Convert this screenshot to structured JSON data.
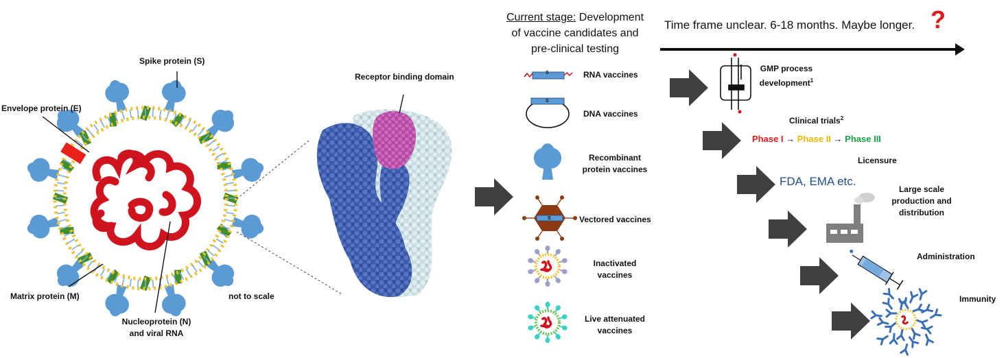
{
  "virus": {
    "spike": "Spike protein (S)",
    "envelope": "Envelope protein (E)",
    "matrix": "Matrix protein (M)",
    "nucleo_1": "Nucleoprotein (N)",
    "nucleo_2": "and viral RNA",
    "scale_note": "not to scale"
  },
  "structure": {
    "rbd": "Receptor binding domain"
  },
  "stage": {
    "title_underlined": "Current stage:",
    "title_1": " Development",
    "title_2": "of vaccine candidates and",
    "title_3": "pre-clinical testing"
  },
  "vaccines": {
    "rna": "RNA vaccines",
    "dna": "DNA vaccines",
    "recomb_1": "Recombinant",
    "recomb_2": "protein vaccines",
    "vectored": "Vectored vaccines",
    "inact_1": "Inactivated",
    "inact_2": "vaccines",
    "live_1": "Live attenuated",
    "live_2": "vaccines",
    "s_tag": "S"
  },
  "timeline": {
    "frame": "Time frame unclear. 6-18 months. Maybe longer.",
    "question": "?",
    "gmp_1": "GMP process",
    "gmp_2": "development",
    "gmp_sup": "1",
    "clinical": "Clinical trials",
    "clinical_sup": "2",
    "phase1": "Phase I",
    "phase2": "Phase II",
    "phase3": "Phase III",
    "arrow_glyph": "→",
    "licensure": "Licensure",
    "fda": "FDA, EMA etc.",
    "large_1": "Large scale",
    "large_2": "production and",
    "large_3": "distribution",
    "administration": "Administration",
    "immunity": "Immunity"
  },
  "colors": {
    "spike_blue": "#5b9bd5",
    "membrane_yellow": "#f2c12e",
    "matrix_green": "#3e8e2e",
    "rna_red": "#d0141e",
    "envelope_red": "#e8211a",
    "protein_dark": "#3b5ba8",
    "protein_light": "#c9dde0",
    "rbd_magenta": "#b34aa3",
    "arrow_gray": "#404040",
    "phase1": "#e01b1b",
    "phase2": "#f0b400",
    "phase3": "#1aa34a",
    "fda_blue": "#1f4e8c",
    "vector_brown": "#8b3a12"
  },
  "icons": [
    "virus-icon",
    "protein-structure-icon",
    "bioreactor-icon",
    "factory-icon",
    "syringe-icon",
    "antibody-icon"
  ]
}
